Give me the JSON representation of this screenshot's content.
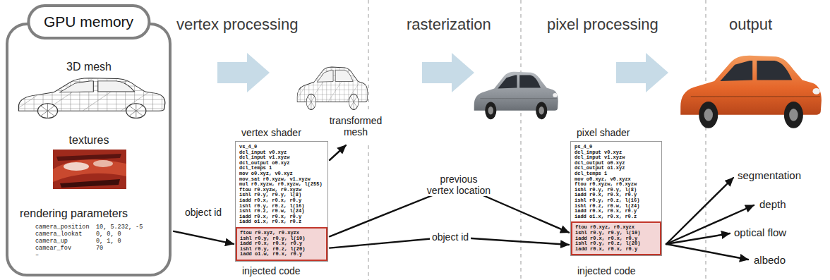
{
  "diagram": {
    "nodes": [
      {
        "text": [
          "GPU memory"
        ]
      },
      {
        "text": [
          "vertex shader",
          "vs_4_0",
          "dcl_input v0.xyz",
          "dcl_input v1.xyzw",
          "dcl_output o0.xyz",
          "dcl_temps 1",
          "mov o0.xyz, v0.xyz",
          "mov_sat r0.xyzw, v1.xyzw",
          "mul r0.xyzw, r0.xyzw, l(255)",
          "ftou r0.xyzw, r0.xyzw",
          "ishl r0.y, r0.y, l(8)",
          "iadd r0.x, r0.x, r0.y",
          "ishl r0.y, r0.z, l(16)",
          "ishl r0.z, r0.w, l(24)",
          "iadd r0.x, r0.x, r0.y",
          "iadd o1.x, r0.x, r0.z"
        ]
      },
      {
        "text": [
          "ftou r0.xyz, r0.xyzx",
          "ishl r0.y, r0.y, l(10)",
          "iadd r0.x, r0.x, r0.y",
          "ishl r0.y, r0.z, l(20)",
          "iadd o1.w, r0.x, r0.y"
        ],
        "in": 1
      },
      {
        "text": [
          "pixel shader",
          "ps_4_0",
          "dcl_input v0.xyz",
          "dcl_input v1.xyzw",
          "dcl_output o0.xyz",
          "dcl_output o1.xyz",
          "dcl_temps 1",
          "mov o0.xyz, v0.xyzx",
          "ftou r0.xyzw, r0.xyzw",
          "ishl r0.y, r0.y, l(8)",
          "iadd r0.x, r0.x, r0.y",
          "ishl r0.y, r0.z, l(16)",
          "ishl r0.z, r0.w, l(24)",
          "iadd r0.x, r0.x, r0.y",
          "iadd o1.x, r0.x, r0.z"
        ]
      },
      {
        "text": [
          "ftou r0.xyz, r0.xyzx",
          "ishl r0.y, r0.y, l(10)",
          "iadd r0.x, r0.x, r0.y",
          "ishl r0.y, r0.z, l(20)",
          "iadd r0.x, r0.x, r0.y"
        ],
        "in": 3
      }
    ],
    "edges": [
      {
        "from": 0,
        "to": 2,
        "label": "object id",
        "arrow": "to"
      },
      {
        "from": 2,
        "to": 4,
        "label": "previous vertex location",
        "arrow": "to"
      },
      {
        "from": 2,
        "to": 4,
        "label": "object id",
        "arrow": "to"
      }
    ],
    "labels": [
      "vertex processing",
      "rasterization",
      "pixel processing",
      "output",
      "3D mesh",
      "textures",
      "rendering parameters",
      "camera_position",
      "10, 5.232, -5",
      "camera_lookat",
      "0, 0, 0",
      "camera_up",
      "0, 1, 0",
      "camear_fov",
      "70",
      "–",
      "transformed mesh",
      "injected code",
      "injected code",
      "segmentation",
      "depth",
      "optical flow",
      "albedo"
    ]
  }
}
